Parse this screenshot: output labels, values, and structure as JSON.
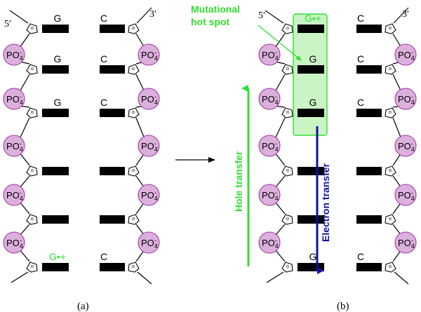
{
  "colors": {
    "bond": "#000000",
    "phosphate_fill": "#dcb0dc",
    "phosphate_stroke": "#a23aa2",
    "radical": "#33dd33",
    "hotspot_fill": "#b8f0b0",
    "hotspot_stroke": "#33dd33",
    "hole_arrow": "#33dd33",
    "electron_arrow": "#1010a0"
  },
  "panel_a": {
    "label": "(a)",
    "strand_left": {
      "end_label": "5′",
      "bases": [
        "G",
        "G",
        "G",
        "",
        "",
        "G•+"
      ]
    },
    "strand_right": {
      "end_label": "3′",
      "bases": [
        "C",
        "C",
        "C",
        "",
        "",
        "C"
      ]
    },
    "phosphate_label": "PO4-"
  },
  "panel_b": {
    "label": "(b)",
    "strand_left": {
      "end_label": "5′",
      "bases": [
        "G•+",
        "G",
        "G",
        "",
        "",
        "G"
      ]
    },
    "strand_right": {
      "end_label": "3′",
      "bases": [
        "C",
        "C",
        "C",
        "",
        "",
        "C"
      ]
    },
    "hotspot_label_line1": "Mutational",
    "hotspot_label_line2": "hot spot",
    "hole_transfer_label": "Hole transfer",
    "electron_transfer_label": "Electron transfer"
  },
  "icons": {
    "transition_arrow": "right-arrow-icon"
  }
}
